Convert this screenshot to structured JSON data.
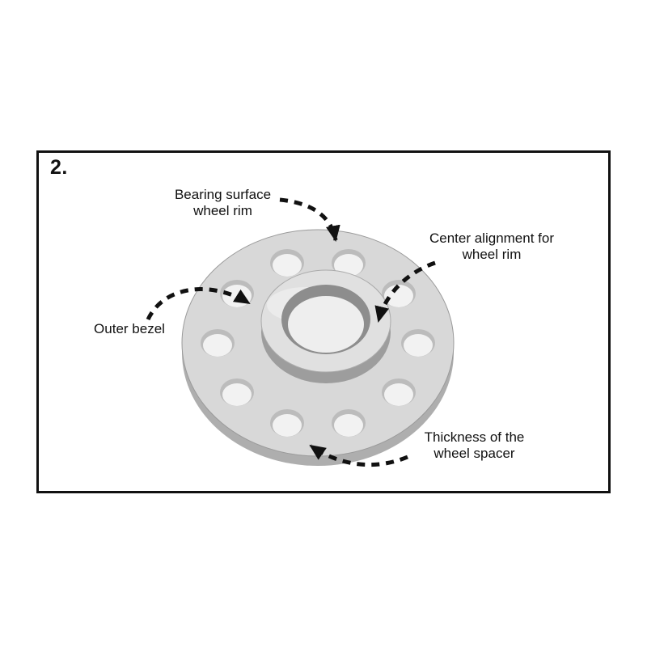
{
  "figure": {
    "step_number": "2.",
    "labels": {
      "bearing_surface": "Bearing surface\nwheel rim",
      "center_alignment": "Center alignment for\nwheel rim",
      "outer_bezel": "Outer bezel",
      "thickness": "Thickness of the\nwheel spacer"
    },
    "colors": {
      "frame_border": "#111111",
      "text": "#111111",
      "arrow": "#111111",
      "disc_top": "#d8d8d8",
      "disc_side": "#aeaeae",
      "disc_outline": "#9a9a9a",
      "hole_rim": "#bcbcbc",
      "hole_inner": "#f2f2f2",
      "hub_side": "#9d9d9d",
      "hub_top": "#e0e0e0",
      "bore_wall": "#8d8d8d",
      "bore_inner": "#eeeeee"
    }
  }
}
